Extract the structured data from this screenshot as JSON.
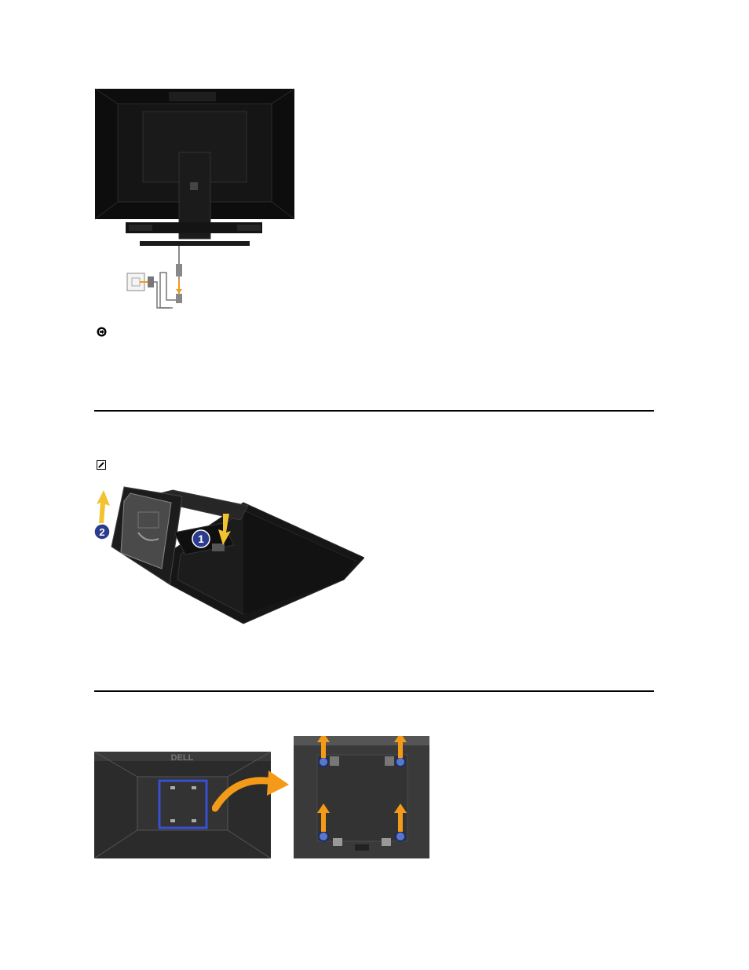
{
  "figures": {
    "monitor_rear_cables": {
      "icon": "monitor-rear-with-power-cable"
    },
    "stand_removal": {
      "icon": "stand-removal-steps",
      "step_1": "1",
      "step_2": "2"
    },
    "vesa_cover": {
      "icon": "vesa-mount-cover-removal",
      "brand_logo": "DELL"
    }
  },
  "notices": {
    "notice_icon": "notice-arrow-icon",
    "note_icon": "note-pencil-icon"
  },
  "colors": {
    "monitor": "#111111",
    "accent_orange": "#f39a18",
    "highlight_blue": "#3a4fd0",
    "step_circle": "#2c3c8c",
    "arrow_yellow": "#f2c230"
  }
}
